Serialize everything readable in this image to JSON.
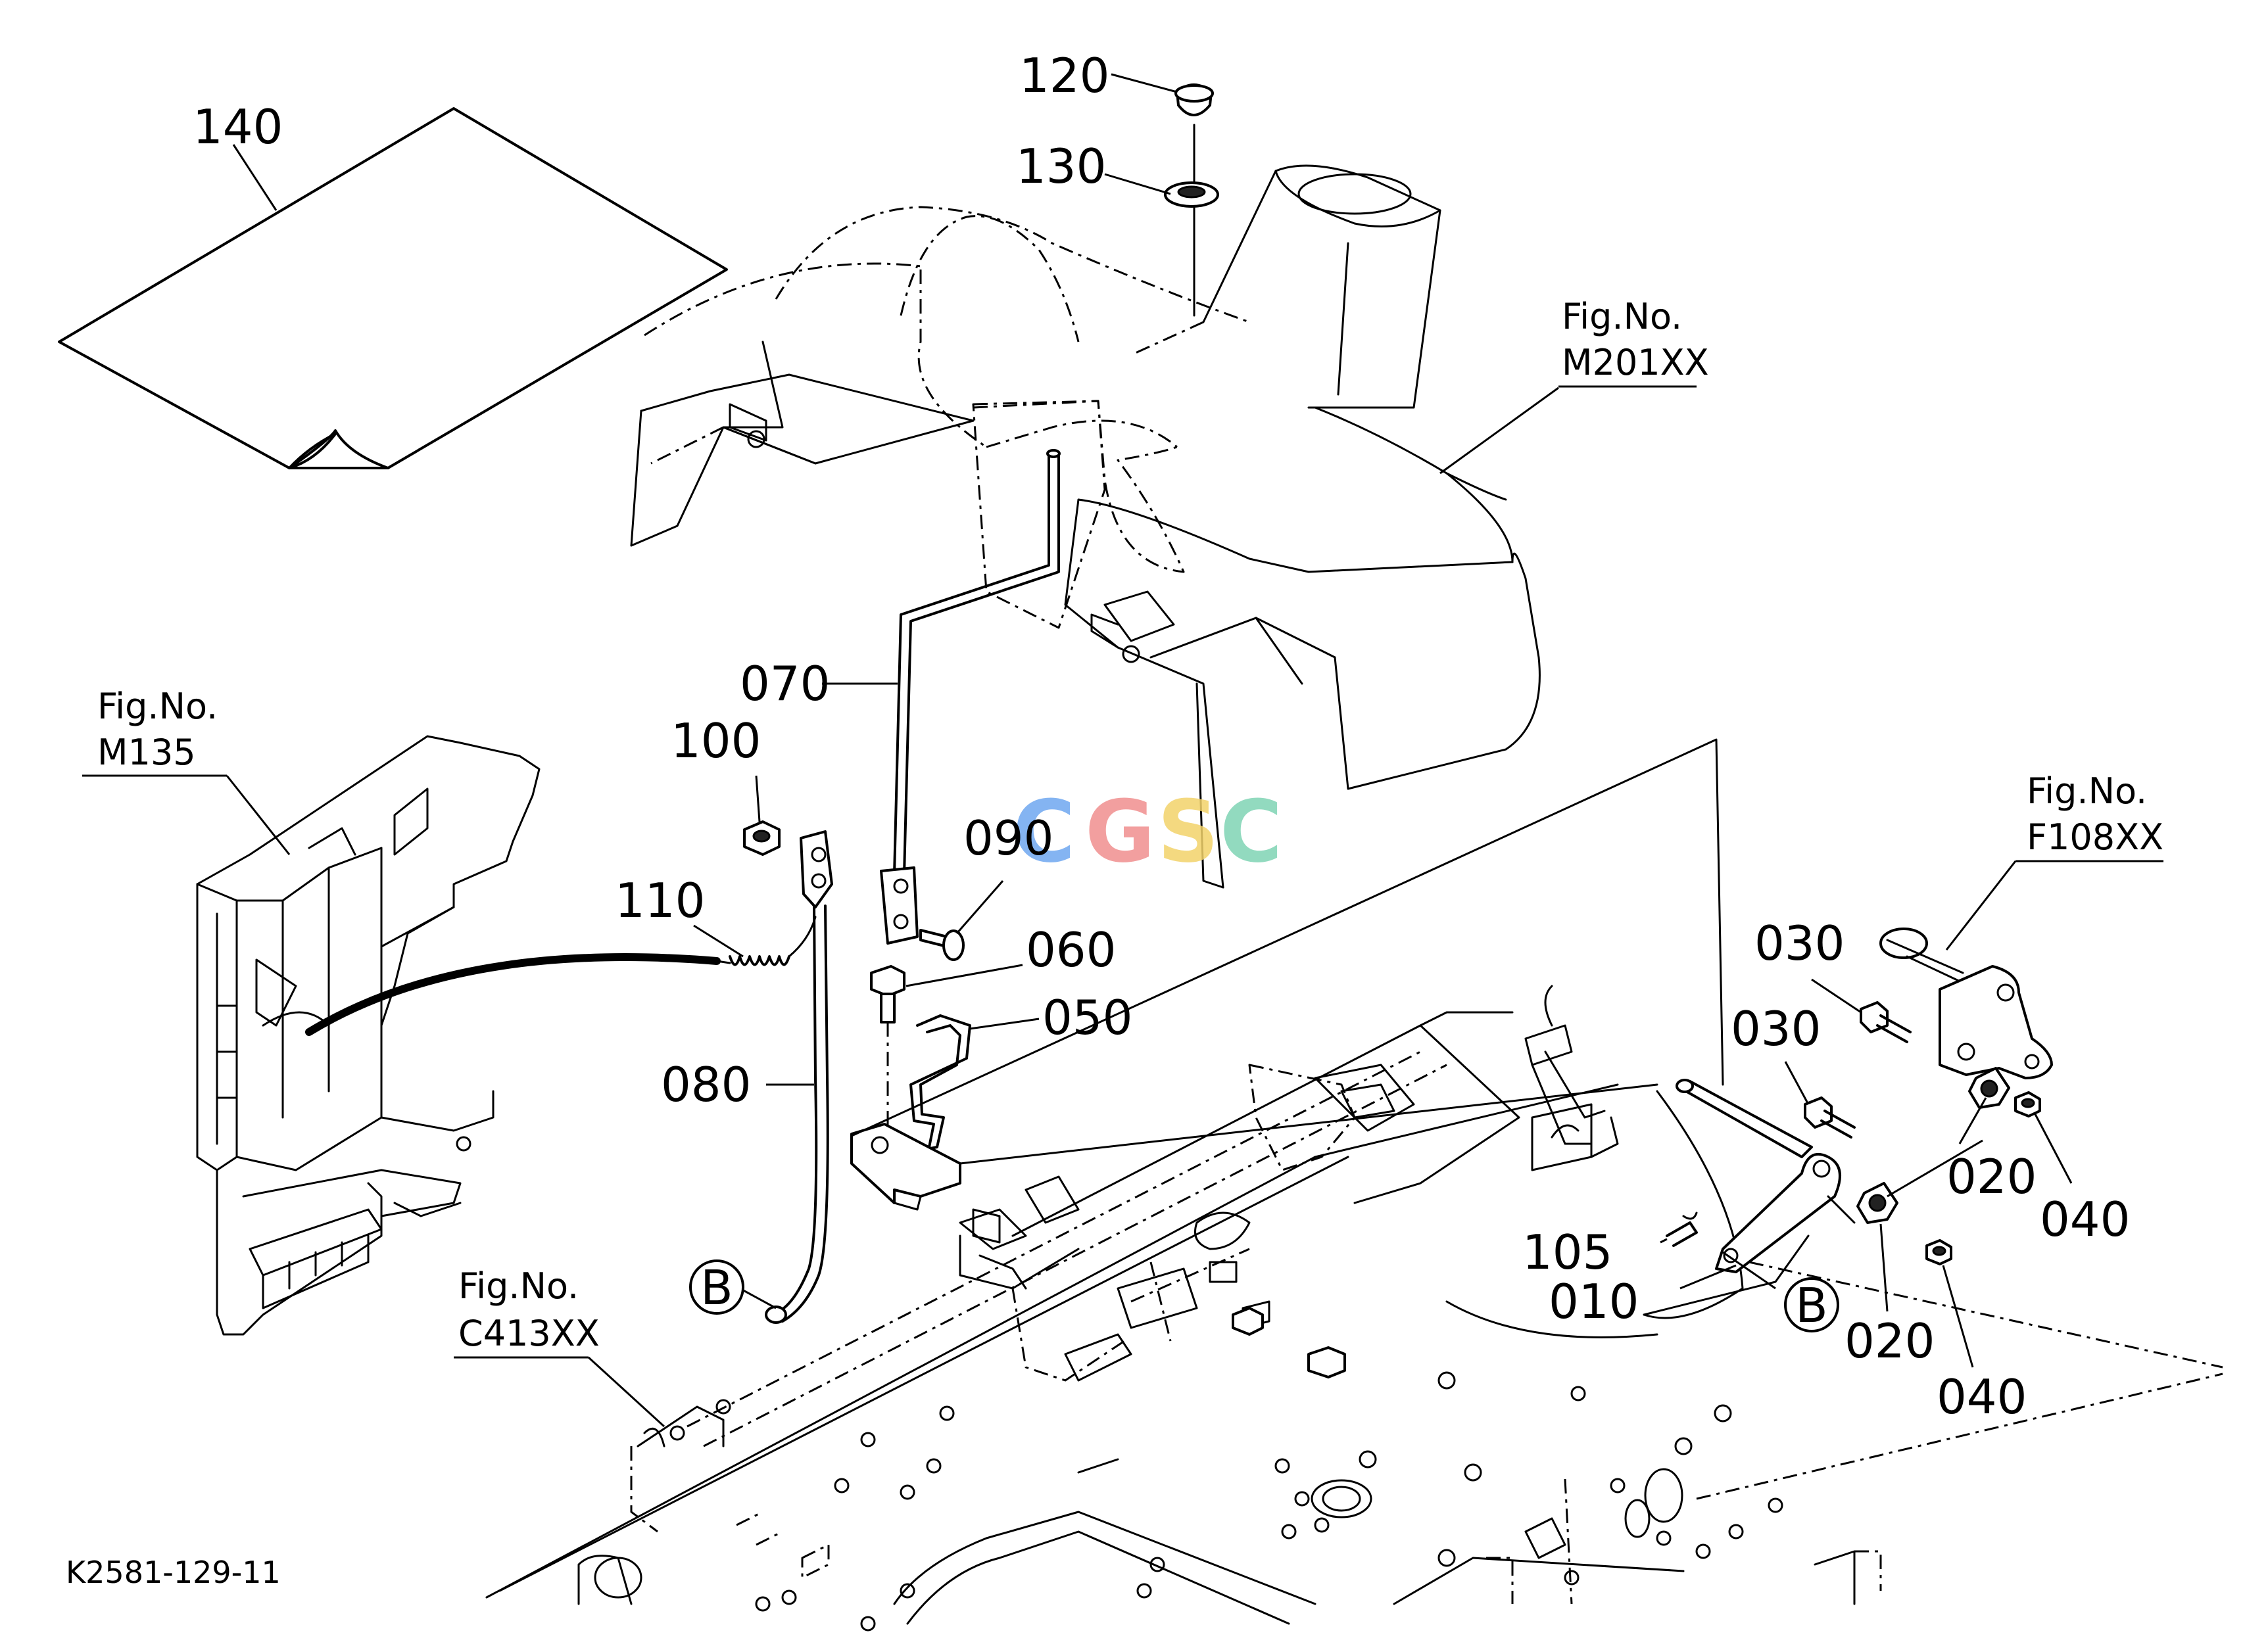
{
  "diagram_code": "K2581-129-11",
  "watermark": {
    "letters": [
      "C",
      "G",
      "S",
      "C"
    ],
    "colors": [
      "#6fa8f0",
      "#f08f8f",
      "#f3d36b",
      "#7fd4b4"
    ]
  },
  "fig_refs": [
    {
      "id": "m201",
      "line1": "Fig.No.",
      "line2": "M201XX"
    },
    {
      "id": "m135",
      "line1": "Fig.No.",
      "line2": "M135"
    },
    {
      "id": "c413",
      "line1": "Fig.No.",
      "line2": "C413XX"
    },
    {
      "id": "f108",
      "line1": "Fig.No.",
      "line2": "F108XX"
    }
  ],
  "callouts": {
    "p140": "140",
    "p120": "120",
    "p130": "130",
    "p070": "070",
    "p100": "100",
    "p090": "090",
    "p110": "110",
    "p060": "060",
    "p050": "050",
    "p080": "080",
    "p030a": "030",
    "p030b": "030",
    "p020a": "020",
    "p040a": "040",
    "p105": "105",
    "p010": "010",
    "p020b": "020",
    "p040b": "040"
  },
  "markers": {
    "b_left": "B",
    "b_right": "B"
  }
}
